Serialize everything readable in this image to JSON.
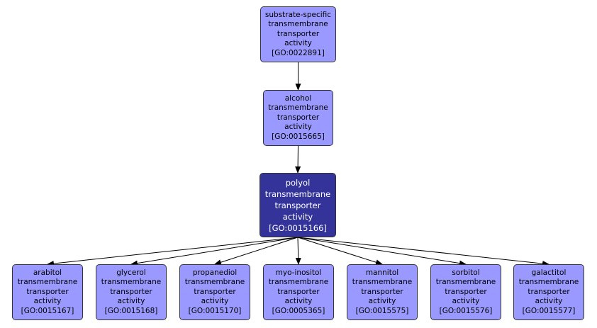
{
  "diagram": {
    "type": "GO term hierarchy",
    "colors": {
      "node_fill": "#9999ff",
      "focus_fill": "#333399",
      "border": "#333333",
      "edge": "#000000"
    },
    "nodes": [
      {
        "id": "n0",
        "lines": [
          "substrate-specific",
          "transmembrane",
          "transporter",
          "activity",
          "[GO:0022891]"
        ],
        "focus": false
      },
      {
        "id": "n1",
        "lines": [
          "alcohol",
          "transmembrane",
          "transporter",
          "activity",
          "[GO:0015665]"
        ],
        "focus": false
      },
      {
        "id": "n2",
        "lines": [
          "polyol",
          "transmembrane",
          "transporter",
          "activity",
          "[GO:0015166]"
        ],
        "focus": true
      },
      {
        "id": "n3",
        "lines": [
          "arabitol",
          "transmembrane",
          "transporter",
          "activity",
          "[GO:0015167]"
        ],
        "focus": false
      },
      {
        "id": "n4",
        "lines": [
          "glycerol",
          "transmembrane",
          "transporter",
          "activity",
          "[GO:0015168]"
        ],
        "focus": false
      },
      {
        "id": "n5",
        "lines": [
          "propanediol",
          "transmembrane",
          "transporter",
          "activity",
          "[GO:0015170]"
        ],
        "focus": false
      },
      {
        "id": "n6",
        "lines": [
          "myo-inositol",
          "transmembrane",
          "transporter",
          "activity",
          "[GO:0005365]"
        ],
        "focus": false
      },
      {
        "id": "n7",
        "lines": [
          "mannitol",
          "transmembrane",
          "transporter",
          "activity",
          "[GO:0015575]"
        ],
        "focus": false
      },
      {
        "id": "n8",
        "lines": [
          "sorbitol",
          "transmembrane",
          "transporter",
          "activity",
          "[GO:0015576]"
        ],
        "focus": false
      },
      {
        "id": "n9",
        "lines": [
          "galactitol",
          "transmembrane",
          "transporter",
          "activity",
          "[GO:0015577]"
        ],
        "focus": false
      }
    ],
    "edges": [
      {
        "from": "n0",
        "to": "n1"
      },
      {
        "from": "n1",
        "to": "n2"
      },
      {
        "from": "n2",
        "to": "n3"
      },
      {
        "from": "n2",
        "to": "n4"
      },
      {
        "from": "n2",
        "to": "n5"
      },
      {
        "from": "n2",
        "to": "n6"
      },
      {
        "from": "n2",
        "to": "n7"
      },
      {
        "from": "n2",
        "to": "n8"
      },
      {
        "from": "n2",
        "to": "n9"
      }
    ]
  }
}
